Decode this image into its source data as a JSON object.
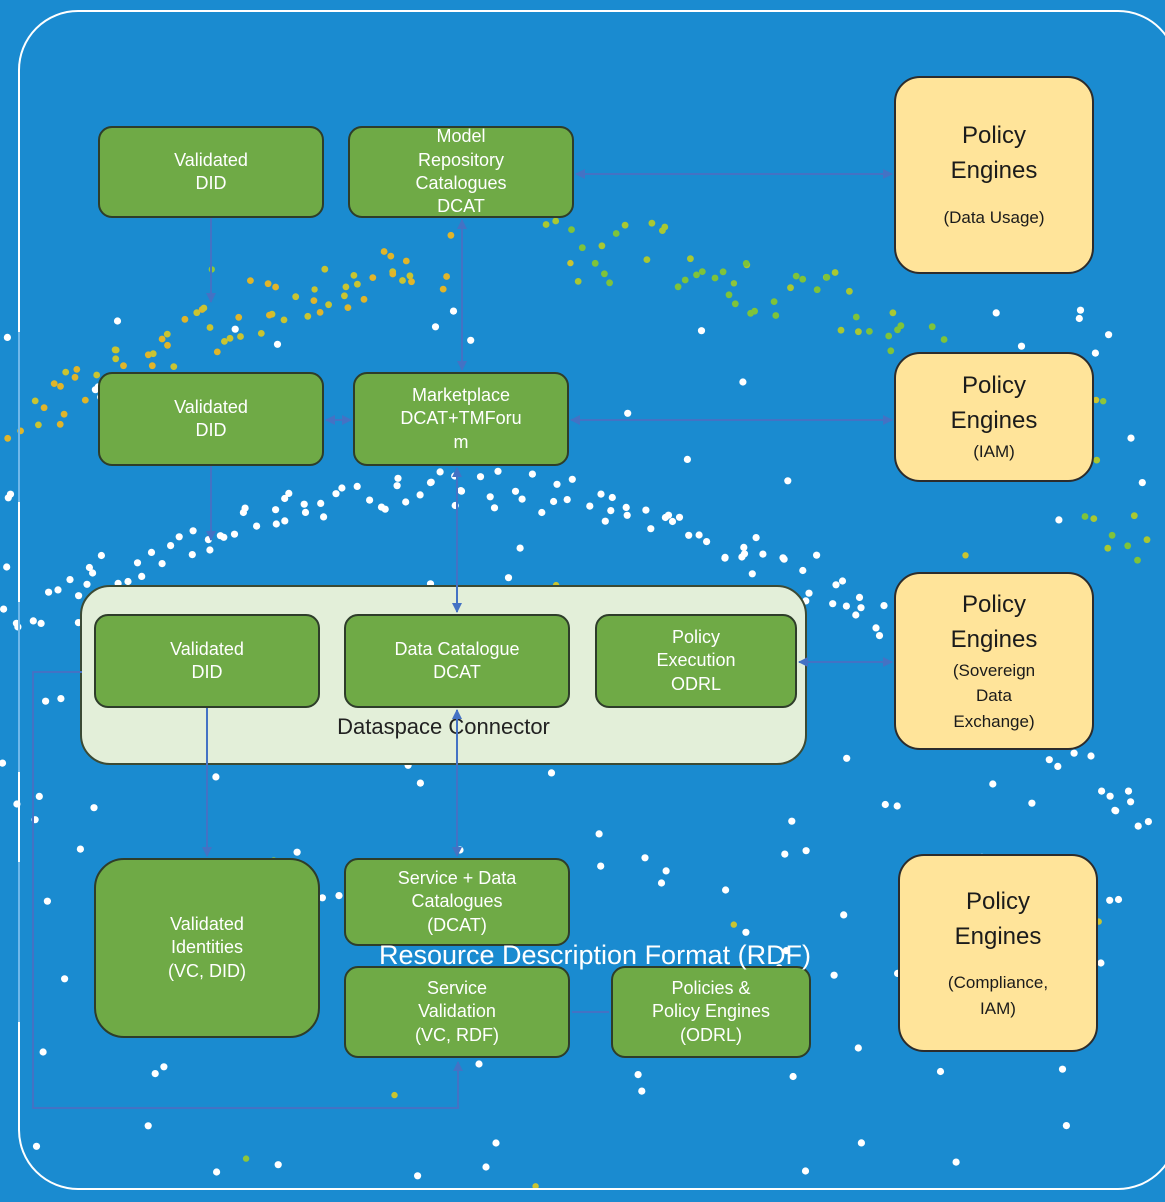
{
  "boxes": {
    "did_top": [
      "Validated",
      "DID"
    ],
    "model_repo": [
      "Model",
      "Repository",
      "Catalogues",
      "DCAT"
    ],
    "did_mid": [
      "Validated",
      "DID"
    ],
    "marketplace": [
      "Marketplace",
      "DCAT+TMForu",
      "m"
    ],
    "did_conn": [
      "Validated",
      "DID"
    ],
    "data_catalogue": [
      "Data Catalogue",
      "DCAT"
    ],
    "policy_exec": [
      "Policy",
      "Execution",
      "ODRL"
    ],
    "identities": [
      "Validated",
      "Identities",
      "(VC, DID)"
    ],
    "service_data": [
      "Service + Data",
      "Catalogues",
      "(DCAT)"
    ],
    "service_validation": [
      "Service",
      "Validation",
      "(VC, RDF)"
    ],
    "policies_engines": [
      "Policies &",
      "Policy Engines",
      "(ODRL)"
    ]
  },
  "connector_label": "Dataspace Connector",
  "policy_engines": [
    {
      "title": [
        "Policy",
        "Engines"
      ],
      "sub": [
        "(Data Usage)"
      ]
    },
    {
      "title": [
        "Policy",
        "Engines"
      ],
      "sub": [
        "(IAM)"
      ]
    },
    {
      "title": [
        "Policy",
        "Engines"
      ],
      "sub": [
        "(Sovereign",
        "Data",
        "Exchange)"
      ]
    },
    {
      "title": [
        "Policy",
        "Engines"
      ],
      "sub": [
        "(Compliance,",
        "IAM)"
      ]
    }
  ],
  "footer": "Resource Description Format (RDF)",
  "colors": {
    "background": "#1a8bd0",
    "green_box": "#6faa46",
    "yellow_box": "#ffe49a",
    "connector": "#e3efd9",
    "arrow": "#4472c4"
  }
}
